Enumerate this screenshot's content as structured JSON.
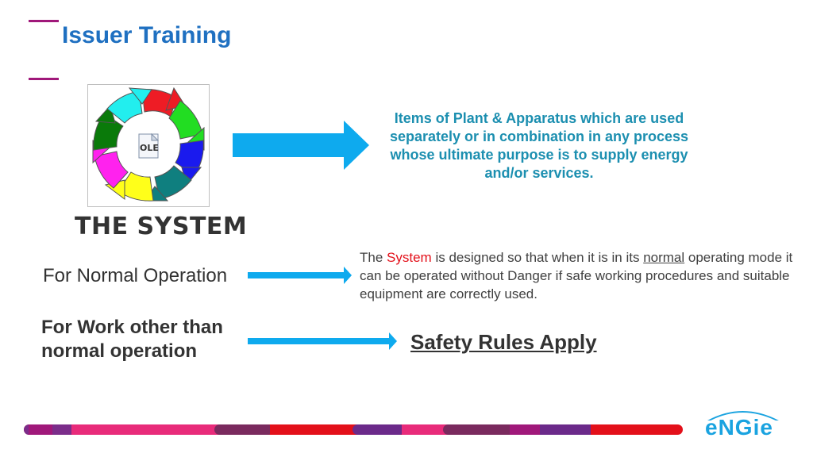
{
  "header": {
    "title": "Issuer Training"
  },
  "cycle": {
    "icon_text": "OLE"
  },
  "system": {
    "title": "THE SYSTEM",
    "definition": "Items of Plant & Apparatus which are used separately or in combination in any process whose ultimate purpose is to supply energy and/or services."
  },
  "normal": {
    "label": "For Normal Operation",
    "desc_part1": "The ",
    "desc_system": "System",
    "desc_part2": " is designed so that when it is in its ",
    "desc_normal": "normal",
    "desc_part3": " operating mode it can be operated without Danger if safe working procedures and suitable equipment are correctly used."
  },
  "work": {
    "label_line1": "For Work other than",
    "label_line2": "normal operation",
    "result": "Safety Rules Apply"
  },
  "brand": {
    "logo": "eNGie"
  },
  "colors": {
    "title_blue": "#1f70c1",
    "arrow_blue": "#0eaaee",
    "definition_teal": "#1c8fb0",
    "accent_red": "#e3101a",
    "tick_purple": "#a0187a"
  }
}
